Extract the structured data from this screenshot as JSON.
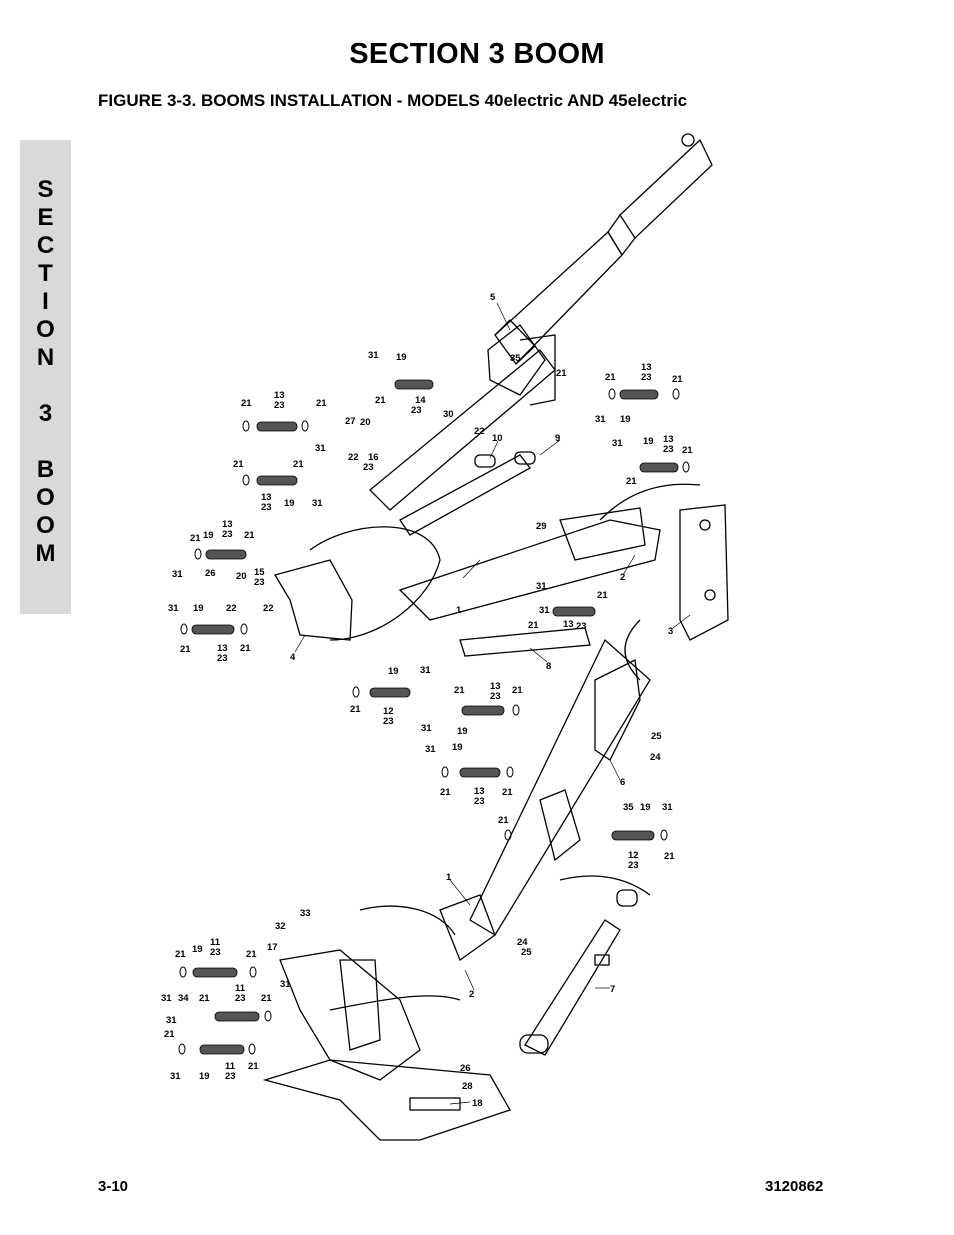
{
  "header": {
    "section_title": "SECTION 3  BOOM",
    "figure_title": "FIGURE 3-3.    BOOMS INSTALLATION - MODELS 40electric AND 45electric"
  },
  "side_tab": {
    "letters": [
      "S",
      "E",
      "C",
      "T",
      "I",
      "O",
      "N",
      "",
      "3",
      "",
      "B",
      "O",
      "O",
      "M"
    ]
  },
  "footer": {
    "page_number": "3-10",
    "document_number": "3120862"
  },
  "diagram": {
    "callouts": [
      "5",
      "35",
      "31",
      "19",
      "21",
      "14",
      "23",
      "21",
      "13",
      "23",
      "21",
      "13",
      "23",
      "21",
      "31",
      "19",
      "30",
      "27",
      "20",
      "22",
      "10",
      "9",
      "22",
      "16",
      "23",
      "21",
      "21",
      "13",
      "23",
      "19",
      "31",
      "31",
      "19",
      "13",
      "23",
      "21",
      "21",
      "29",
      "21",
      "19",
      "13",
      "23",
      "21",
      "26",
      "20",
      "15",
      "23",
      "31",
      "22",
      "22",
      "31",
      "19",
      "21",
      "13",
      "23",
      "21",
      "4",
      "1",
      "2",
      "3",
      "31",
      "21",
      "21",
      "13",
      "23",
      "8",
      "19",
      "31",
      "21",
      "12",
      "23",
      "21",
      "13",
      "23",
      "21",
      "31",
      "19",
      "25",
      "24",
      "6",
      "31",
      "19",
      "21",
      "13",
      "23",
      "21",
      "21",
      "35",
      "19",
      "31",
      "12",
      "23",
      "21",
      "1",
      "33",
      "32",
      "17",
      "21",
      "19",
      "11",
      "23",
      "21",
      "31",
      "34",
      "21",
      "11",
      "23",
      "21",
      "31",
      "21",
      "31",
      "19",
      "11",
      "23",
      "21",
      "24",
      "25",
      "2",
      "7",
      "26",
      "28",
      "18"
    ]
  }
}
